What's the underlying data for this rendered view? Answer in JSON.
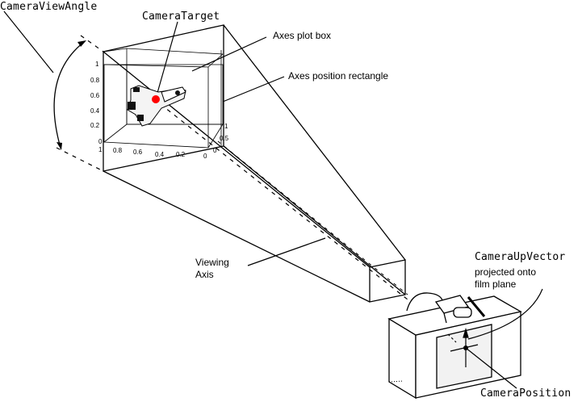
{
  "title": "Camera properties diagram",
  "labels": {
    "camera_view_angle": "CameraViewAngle",
    "camera_target": "CameraTarget",
    "axes_plot_box": "Axes plot box",
    "axes_position_rectangle": "Axes position rectangle",
    "viewing_axis_line1": "Viewing",
    "viewing_axis_line2": "Axis",
    "camera_up_vector": "CameraUpVector",
    "projected_line1": "projected onto",
    "projected_line2": "film plane",
    "camera_position": "CameraPosition"
  },
  "axes_ticks": {
    "z": [
      "1",
      "0.8",
      "0.6",
      "0.4",
      "0.2",
      "0"
    ],
    "x": [
      "1",
      "0.8",
      "0.6",
      "0.4",
      "0.2",
      "0"
    ],
    "y": [
      "0",
      "0.5",
      "1"
    ]
  },
  "colors": {
    "line": "#000000",
    "target_marker": "#ff0000",
    "film_plane": "#f2f2f2",
    "background": "#ffffff"
  },
  "icons": {
    "target": "red-dot",
    "object": "space-shuttle",
    "camera": "camera-body"
  }
}
